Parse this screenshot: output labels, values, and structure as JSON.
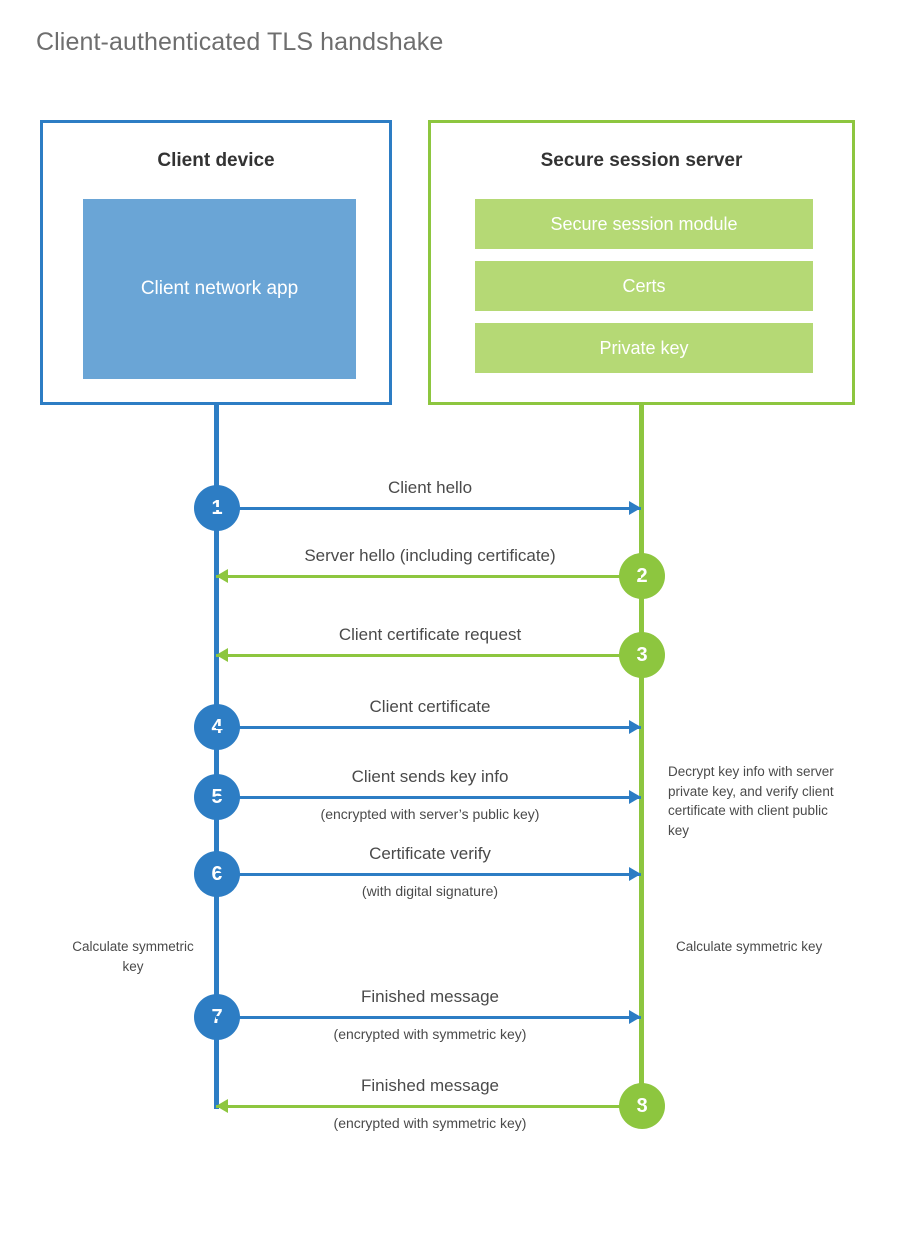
{
  "title": "Client-authenticated TLS handshake",
  "actors": {
    "client": {
      "title": "Client device",
      "app_label": "Client network app",
      "color": "#2d7dc4",
      "app_color": "#6aa5d6"
    },
    "server": {
      "title": "Secure session server",
      "color": "#8dc63f",
      "module_color": "#b5d975",
      "modules": [
        {
          "label": "Secure session module"
        },
        {
          "label": "Certs"
        },
        {
          "label": "Private key"
        }
      ]
    }
  },
  "steps": [
    {
      "number": "1",
      "label": "Client hello",
      "sublabel": "",
      "direction": "right",
      "color": "blue"
    },
    {
      "number": "2",
      "label": "Server hello (including certificate)",
      "sublabel": "",
      "direction": "left",
      "color": "green"
    },
    {
      "number": "3",
      "label": "Client certificate request",
      "sublabel": "",
      "direction": "left",
      "color": "green"
    },
    {
      "number": "4",
      "label": "Client certificate",
      "sublabel": "",
      "direction": "right",
      "color": "blue"
    },
    {
      "number": "5",
      "label": "Client sends key info",
      "sublabel": "(encrypted with server’s public key)",
      "direction": "right",
      "color": "blue"
    },
    {
      "number": "6",
      "label": "Certificate verify",
      "sublabel": "(with digital signature)",
      "direction": "right",
      "color": "blue"
    },
    {
      "number": "7",
      "label": "Finished message",
      "sublabel": "(encrypted with symmetric key)",
      "direction": "right",
      "color": "blue"
    },
    {
      "number": "8",
      "label": "Finished message",
      "sublabel": "(encrypted with symmetric key)",
      "direction": "left",
      "color": "green"
    }
  ],
  "notes": {
    "decrypt": "Decrypt key info with server private key, and verify client certificate with client public key",
    "calculate_client": "Calculate symmetric key",
    "calculate_server": "Calculate symmetric key"
  }
}
